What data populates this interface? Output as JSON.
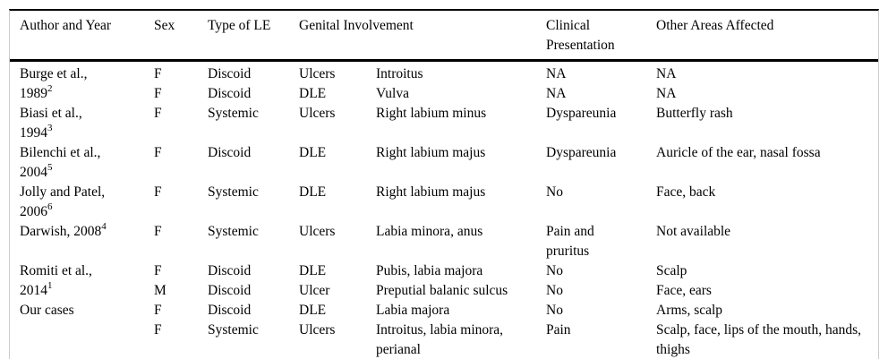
{
  "table": {
    "headers": {
      "author": "Author and Year",
      "sex": "Sex",
      "type_of_le": "Type of LE",
      "genital_involvement": "Genital Involvement",
      "clinical_presentation": "Clinical Presentation",
      "other_areas": "Other Areas Affected"
    },
    "rows": [
      {
        "author_line1": "Burge et al.,",
        "author_line2": "1989",
        "author_line2_sup": "2",
        "sex": "F",
        "type_of_le": "Discoid",
        "genital_lesion": "Ulcers",
        "genital_site": "Introitus",
        "clinical_presentation": "NA",
        "other_areas": "NA"
      },
      {
        "sex": "F",
        "type_of_le": "Discoid",
        "genital_lesion": "DLE",
        "genital_site": "Vulva",
        "clinical_presentation": "NA",
        "other_areas": "NA"
      },
      {
        "author_line1": "Biasi et al.,",
        "author_line2": "1994",
        "author_line2_sup": "3",
        "sex": "F",
        "type_of_le": "Systemic",
        "genital_lesion": "Ulcers",
        "genital_site": "Right labium minus",
        "clinical_presentation": "Dyspareunia",
        "other_areas": "Butterfly rash"
      },
      {
        "author_line1": "Bilenchi et al.,",
        "author_line2": "2004",
        "author_line2_sup": "5",
        "sex": "F",
        "type_of_le": "Discoid",
        "genital_lesion": "DLE",
        "genital_site": "Right labium majus",
        "clinical_presentation": "Dyspareunia",
        "other_areas": "Auricle of the ear, nasal fossa"
      },
      {
        "author_line1": "Jolly and Patel,",
        "author_line2": "2006",
        "author_line2_sup": "6",
        "sex": "F",
        "type_of_le": "Systemic",
        "genital_lesion": "DLE",
        "genital_site": "Right labium majus",
        "clinical_presentation": "No",
        "other_areas": "Face, back"
      },
      {
        "author_line1": "Darwish, 2008",
        "author_line1_sup": "4",
        "sex": "F",
        "type_of_le": "Systemic",
        "genital_lesion": "Ulcers",
        "genital_site": "Labia minora, anus",
        "clinical_presentation": "Pain and pruritus",
        "other_areas": "Not available"
      },
      {
        "author_line1": "Romiti et al.,",
        "author_line2": "2014",
        "author_line2_sup": "1",
        "sex": "F",
        "type_of_le": "Discoid",
        "genital_lesion": "DLE",
        "genital_site": "Pubis, labia majora",
        "clinical_presentation": "No",
        "other_areas": "Scalp"
      },
      {
        "sex": "M",
        "type_of_le": "Discoid",
        "genital_lesion": "Ulcer",
        "genital_site": "Preputial balanic sulcus",
        "clinical_presentation": "No",
        "other_areas": "Face, ears"
      },
      {
        "author_line1": "Our cases",
        "sex": "F",
        "type_of_le": "Discoid",
        "genital_lesion": "DLE",
        "genital_site": "Labia majora",
        "clinical_presentation": "No",
        "other_areas": "Arms, scalp"
      },
      {
        "sex": "F",
        "type_of_le": "Systemic",
        "genital_lesion": "Ulcers",
        "genital_site": "Introitus, labia minora, perianal",
        "clinical_presentation": "Pain",
        "other_areas": "Scalp, face, lips of the mouth, hands, thighs"
      }
    ]
  },
  "colors": {
    "text": "#000000",
    "background": "#ffffff",
    "horizontal_rule": "#000000",
    "side_border": "#cccccc"
  }
}
